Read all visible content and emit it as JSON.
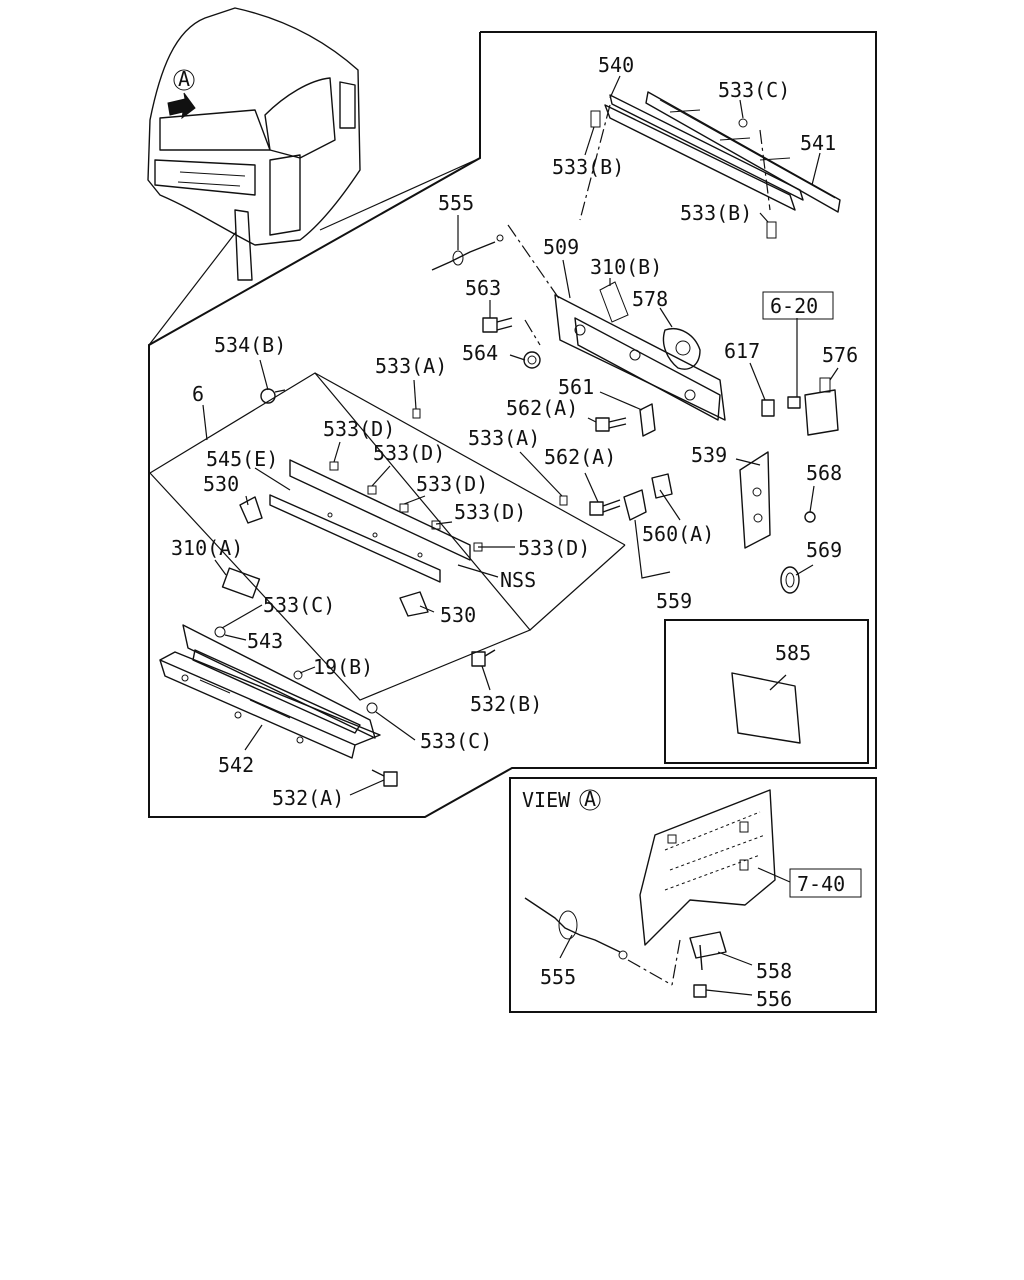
{
  "callouts": {
    "c540": "540",
    "c533c_top": "533(C)",
    "c541": "541",
    "c533b_left": "533(B)",
    "c533b_right": "533(B)",
    "c555_top": "555",
    "c509": "509",
    "c310b": "310(B)",
    "c563": "563",
    "c578": "578",
    "c564": "564",
    "c620_ref": "6-20",
    "c617": "617",
    "c576": "576",
    "c561": "561",
    "c562a_1": "562(A)",
    "c534b": "534(B)",
    "c533a_1": "533(A)",
    "c6": "6",
    "c533d_1": "533(D)",
    "c533d_2": "533(D)",
    "c533a_2": "533(A)",
    "c562a_2": "562(A)",
    "c545e": "545(E)",
    "c533d_3": "533(D)",
    "c530_top": "530",
    "c533d_4": "533(D)",
    "c539": "539",
    "c568": "568",
    "c533d_5": "533(D)",
    "c560a": "560(A)",
    "c310a": "310(A)",
    "c569": "569",
    "c_nss": "NSS",
    "c559": "559",
    "c533c_mid": "533(C)",
    "c530_bot": "530",
    "c543": "543",
    "c585": "585",
    "c19b": "19(B)",
    "c532b": "532(B)",
    "c533c_bot": "533(C)",
    "c542": "542",
    "c532a": "532(A)",
    "c555_view": "555",
    "c558": "558",
    "c556": "556",
    "c740_ref": "7-40"
  },
  "view": {
    "label": "VIEW",
    "marker": "A"
  },
  "cab_marker": "A"
}
